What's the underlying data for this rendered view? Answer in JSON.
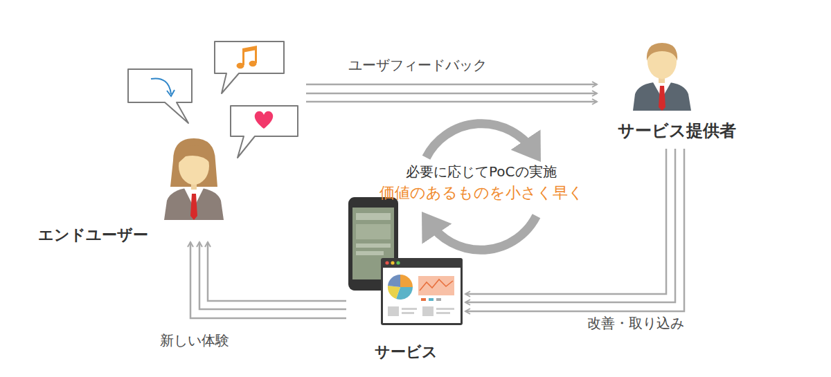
{
  "diagram": {
    "nodes": [
      {
        "text": [
          "エンドユーザー"
        ]
      },
      {
        "text": [
          "サービス提供者"
        ]
      },
      {
        "text": [
          "サービス"
        ]
      },
      {
        "text": [
          "必要に応じてPoCの実施",
          "価値のあるものを小さく早く"
        ]
      }
    ],
    "edges": [
      {
        "from": 0,
        "to": 1,
        "arrow": "to",
        "label": "ユーザフィードバック"
      },
      {
        "from": 1,
        "to": 2,
        "arrow": "to",
        "label": "改善・取り込み"
      },
      {
        "from": 2,
        "to": 0,
        "arrow": "to",
        "label": "新しい体験"
      }
    ]
  }
}
